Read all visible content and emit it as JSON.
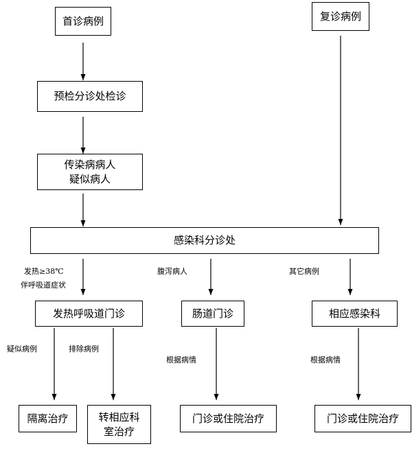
{
  "nodes": {
    "first_visit": "首诊病例",
    "revisit": "复诊病例",
    "triage": "预检分诊处检诊",
    "infectious_1": "传染病病人",
    "infectious_2": "疑似病人",
    "dept_triage": "感染科分诊处",
    "fever_clinic": "发热呼吸道门诊",
    "intestinal_clinic": "肠道门诊",
    "other_dept": "相应感染科",
    "isolation": "隔离治疗",
    "transfer_1": "转相应科",
    "transfer_2": "室治疗",
    "outpatient_a": "门诊或住院治疗",
    "outpatient_b": "门诊或住院治疗"
  },
  "labels": {
    "fever_1": "发热≥38℃",
    "fever_2": "伴呼吸道症状",
    "diarrhea": "腹泻病人",
    "other": "其它病例",
    "suspected": "疑似病例",
    "excluded": "排除病例",
    "condition_a": "根据病情",
    "condition_b": "根据病情"
  }
}
